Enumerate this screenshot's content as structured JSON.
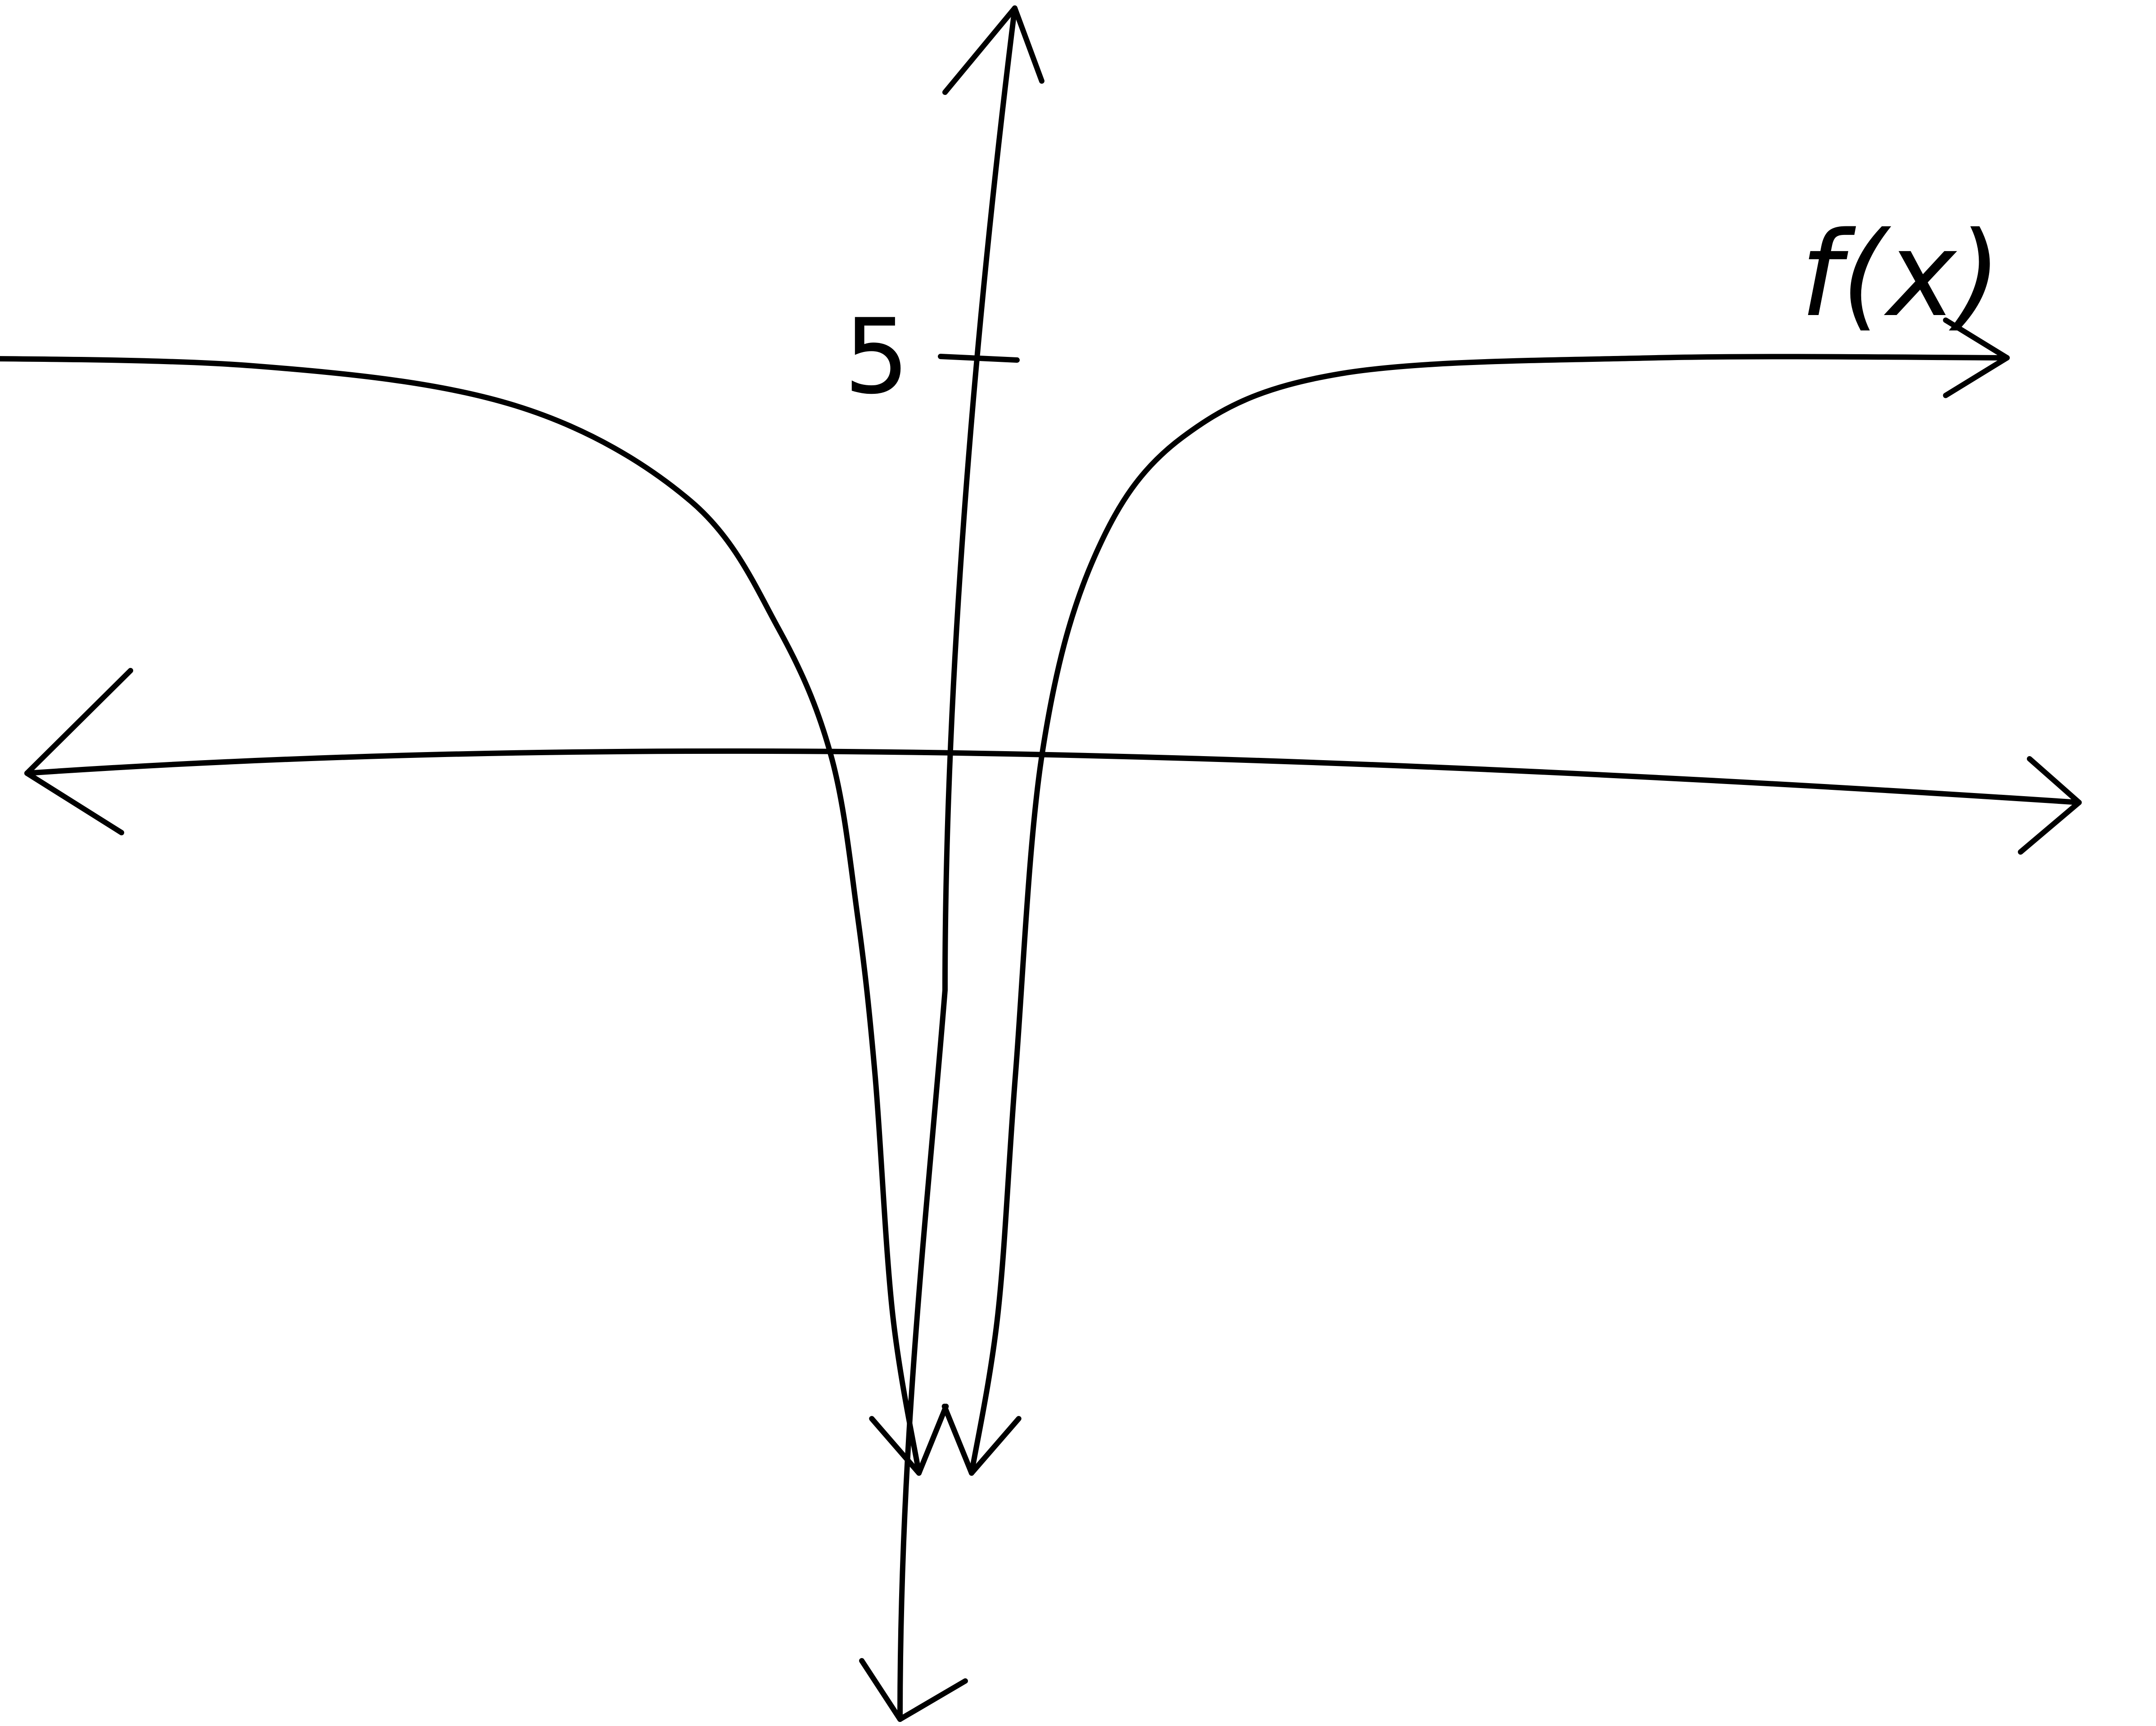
{
  "chart_data": {
    "type": "line",
    "title": "",
    "xlabel": "",
    "ylabel": "",
    "yticks": [
      {
        "value": 5,
        "label": "5"
      }
    ],
    "series": [
      {
        "name": "f(x)",
        "style": "hand-drawn",
        "horizontal_asymptote": 5,
        "vertical_asymptote": 0,
        "segments": [
          {
            "side": "left",
            "x": [
              -6,
              -4,
              -2.5,
              -1.5,
              -1,
              -0.7,
              -0.55,
              -0.45,
              -0.35,
              -0.2
            ],
            "y": [
              5,
              4.9,
              4.4,
              3.2,
              1.6,
              0.0,
              -2.0,
              -4.0,
              -7.0,
              -9.0
            ]
          },
          {
            "side": "right",
            "x": [
              0.1,
              0.25,
              0.35,
              0.5,
              0.8,
              1.3,
              2.2,
              4,
              6
            ],
            "y": [
              -9.0,
              -7.0,
              -4.0,
              0.0,
              2.5,
              4.0,
              4.8,
              5,
              5
            ]
          }
        ]
      }
    ],
    "colors": {
      "ink": "#000000",
      "background": "#ffffff"
    }
  }
}
